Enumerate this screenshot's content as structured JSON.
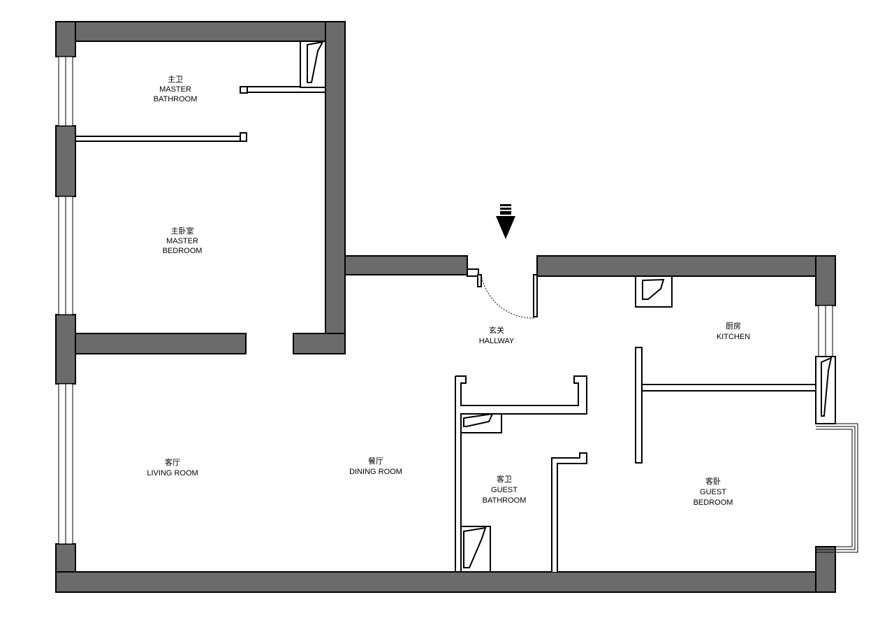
{
  "rooms": {
    "master_bathroom": {
      "cn": "主卫",
      "en": "MASTER",
      "en2": "BATHROOM"
    },
    "master_bedroom": {
      "cn": "主卧室",
      "en": "MASTER",
      "en2": "BEDROOM"
    },
    "hallway": {
      "cn": "玄关",
      "en": "HALLWAY"
    },
    "kitchen": {
      "cn": "厨房",
      "en": "KITCHEN"
    },
    "living_room": {
      "cn": "客厅",
      "en": "LIVING ROOM"
    },
    "dining_room": {
      "cn": "餐厅",
      "en": "DINING ROOM"
    },
    "guest_bathroom": {
      "cn": "客卫",
      "en": "GUEST",
      "en2": "BATHROOM"
    },
    "guest_bedroom": {
      "cn": "客卧",
      "en": "GUEST",
      "en2": "BEDROOM"
    }
  },
  "colors": {
    "wall_fill": "#6b6b6b",
    "line": "#000000",
    "background": "#ffffff"
  },
  "icons": {
    "entrance": "down-arrow-icon"
  }
}
